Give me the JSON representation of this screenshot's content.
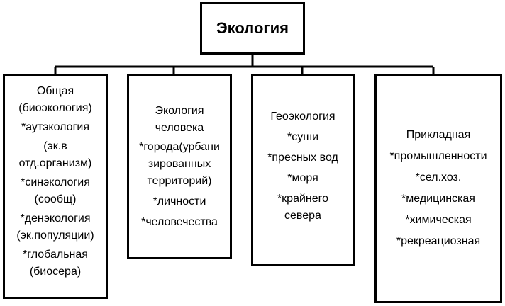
{
  "root": {
    "title": "Экология"
  },
  "columns": [
    {
      "id": "general",
      "lines": [
        "Общая",
        "(биоэкология)",
        "*аутэкология",
        "(эк.в",
        "отд.организм)",
        "*синэкология",
        "(сообщ)",
        "*денэкология",
        "(эк.популяции)",
        "*глобальная",
        "(биосера)"
      ]
    },
    {
      "id": "human",
      "lines": [
        "Экология",
        "человека",
        "*города(урбани",
        "зированных",
        "территорий)",
        "*личности",
        "*человечества"
      ]
    },
    {
      "id": "geo",
      "lines": [
        "Геоэкология",
        "*суши",
        "*пресных вод",
        "*моря",
        "*крайнего",
        "севера"
      ]
    },
    {
      "id": "applied",
      "lines": [
        "Прикладная",
        "*промышленности",
        "*сел.хоз.",
        "*медицинская",
        "*химическая",
        "*рекреациозная"
      ]
    }
  ]
}
